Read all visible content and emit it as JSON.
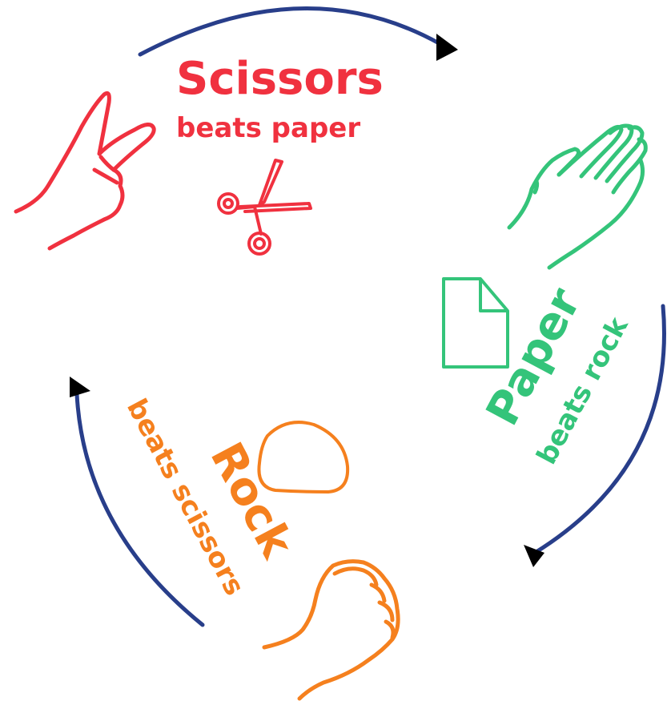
{
  "colors": {
    "scissors": "#f0313f",
    "paper": "#34c47a",
    "rock": "#f5801e",
    "arrows": "#283e8a",
    "arrowheads": "#000000",
    "background": "#ffffff"
  },
  "scissors": {
    "title": "Scissors",
    "subtitle": "beats paper",
    "hand_icon": "v-sign-hand-icon",
    "object_icon": "scissors-icon"
  },
  "paper": {
    "title": "Paper",
    "subtitle": "beats rock",
    "hand_icon": "open-hand-icon",
    "object_icon": "paper-sheet-icon"
  },
  "rock": {
    "title": "Rock",
    "subtitle": "beats scissors",
    "hand_icon": "fist-icon",
    "object_icon": "rock-icon"
  }
}
